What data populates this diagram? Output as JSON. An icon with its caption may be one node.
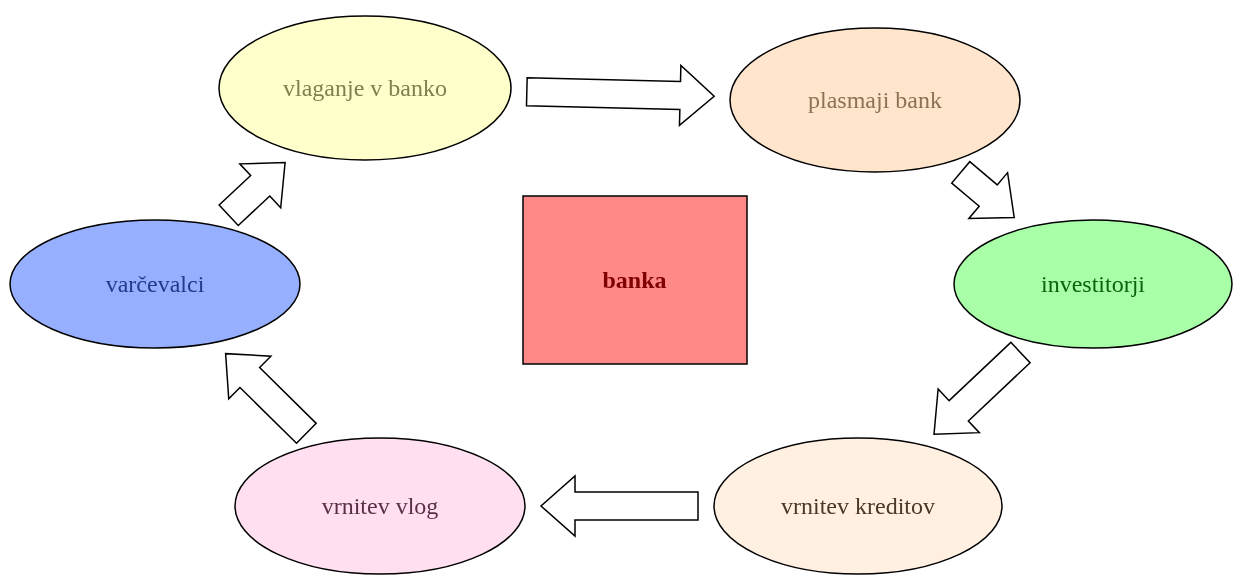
{
  "diagram": {
    "nodes": [
      {
        "text": [
          "vlaganje v banko"
        ]
      },
      {
        "text": [
          "plasmaji bank"
        ]
      },
      {
        "text": [
          "varčevalci"
        ]
      },
      {
        "text": [
          "banka"
        ]
      },
      {
        "text": [
          "investitorji"
        ]
      },
      {
        "text": [
          "vrnitev vlog"
        ]
      },
      {
        "text": [
          "vrnitev kreditov"
        ]
      }
    ],
    "edges": [
      {
        "from": 2,
        "to": 0,
        "arrow": "to"
      },
      {
        "from": 0,
        "to": 1,
        "arrow": "to"
      },
      {
        "from": 1,
        "to": 4,
        "arrow": "to"
      },
      {
        "from": 4,
        "to": 6,
        "arrow": "to"
      },
      {
        "from": 6,
        "to": 5,
        "arrow": "to"
      },
      {
        "from": 5,
        "to": 2,
        "arrow": "to"
      }
    ]
  }
}
